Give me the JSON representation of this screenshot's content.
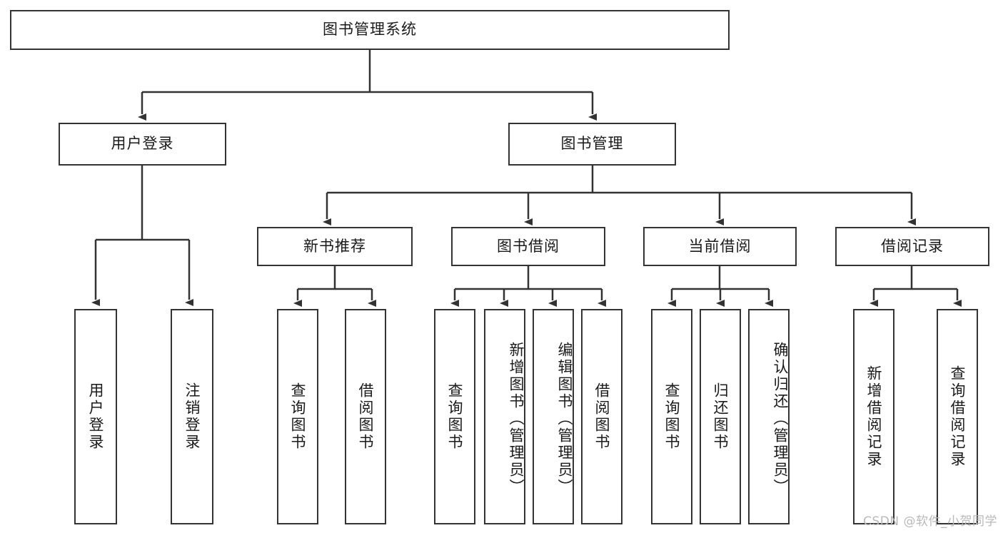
{
  "diagram": {
    "title": "图书管理系统",
    "type": "tree",
    "stroke_color": "#333333",
    "background_color": "#ffffff",
    "text_color": "#1a1a1a",
    "root": {
      "id": "root",
      "label": "图书管理系统",
      "orientation": "horizontal"
    },
    "level2": [
      {
        "id": "user-login",
        "label": "用户登录",
        "orientation": "horizontal"
      },
      {
        "id": "book-manage",
        "label": "图书管理",
        "orientation": "horizontal"
      }
    ],
    "level3": [
      {
        "id": "new-book-rec",
        "label": "新书推荐",
        "orientation": "horizontal",
        "parent": "book-manage"
      },
      {
        "id": "book-borrow",
        "label": "图书借阅",
        "orientation": "horizontal",
        "parent": "book-manage"
      },
      {
        "id": "current-borrow",
        "label": "当前借阅",
        "orientation": "horizontal",
        "parent": "book-manage"
      },
      {
        "id": "borrow-record",
        "label": "借阅记录",
        "orientation": "horizontal",
        "parent": "book-manage"
      }
    ],
    "leaves": [
      {
        "id": "leaf-user-login",
        "label": "用户登录",
        "orientation": "vertical",
        "parent": "user-login"
      },
      {
        "id": "leaf-logout",
        "label": "注销登录",
        "orientation": "vertical",
        "parent": "user-login"
      },
      {
        "id": "leaf-query-book-1",
        "label": "查询图书",
        "orientation": "vertical",
        "parent": "new-book-rec"
      },
      {
        "id": "leaf-borrow-book-1",
        "label": "借阅图书",
        "orientation": "vertical",
        "parent": "new-book-rec"
      },
      {
        "id": "leaf-query-book-2",
        "label": "查询图书",
        "orientation": "vertical",
        "parent": "book-borrow"
      },
      {
        "id": "leaf-add-book",
        "label": "新增图书（管理员）",
        "orientation": "vertical",
        "parent": "book-borrow"
      },
      {
        "id": "leaf-edit-book",
        "label": "编辑图书（管理员）",
        "orientation": "vertical",
        "parent": "book-borrow"
      },
      {
        "id": "leaf-borrow-book-2",
        "label": "借阅图书",
        "orientation": "vertical",
        "parent": "book-borrow"
      },
      {
        "id": "leaf-query-book-3",
        "label": "查询图书",
        "orientation": "vertical",
        "parent": "current-borrow"
      },
      {
        "id": "leaf-return-book",
        "label": "归还图书",
        "orientation": "vertical",
        "parent": "current-borrow"
      },
      {
        "id": "leaf-confirm-return",
        "label": "确认归还（管理员）",
        "orientation": "vertical",
        "parent": "current-borrow"
      },
      {
        "id": "leaf-add-record",
        "label": "新增借阅记录",
        "orientation": "vertical",
        "parent": "borrow-record"
      },
      {
        "id": "leaf-query-record",
        "label": "查询借阅记录",
        "orientation": "vertical",
        "parent": "borrow-record"
      }
    ]
  },
  "watermark": {
    "text": "CSDN @软件_小贺同学"
  }
}
